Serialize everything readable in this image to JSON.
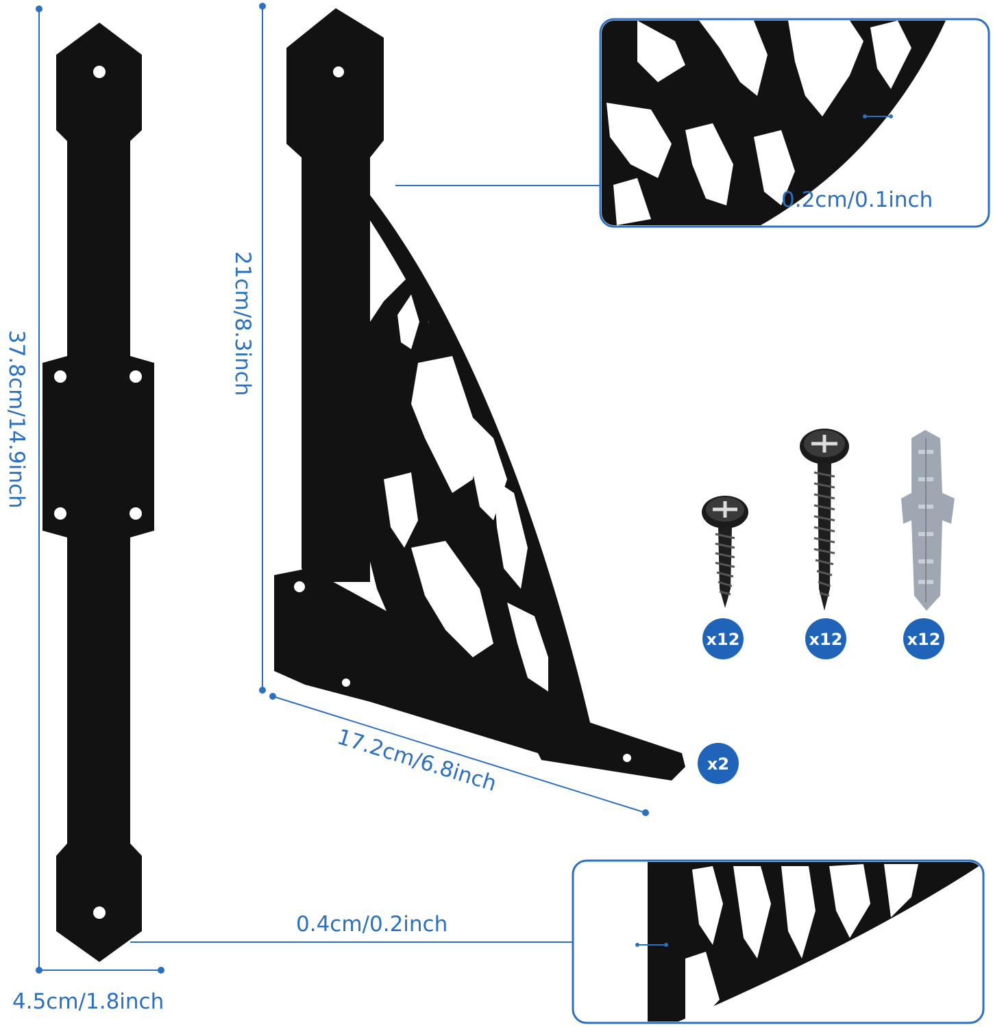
{
  "dimensions": {
    "strap_length": "37.8cm/14.9inch",
    "strap_width": "4.5cm/1.8inch",
    "bracket_height": "21cm/8.3inch",
    "bracket_depth": "17.2cm/6.8inch",
    "edge_thickness": "0.2cm/0.1inch",
    "plate_thickness": "0.4cm/0.2inch"
  },
  "quantities": {
    "short_screw": "x12",
    "long_screw": "x12",
    "anchor": "x12",
    "bracket": "x2"
  },
  "colors": {
    "accent": "#2a6fc0",
    "badge": "#1f64b8",
    "metal": "#121212"
  },
  "icons": [
    "short-screw-icon",
    "long-screw-icon",
    "wall-anchor-icon"
  ]
}
